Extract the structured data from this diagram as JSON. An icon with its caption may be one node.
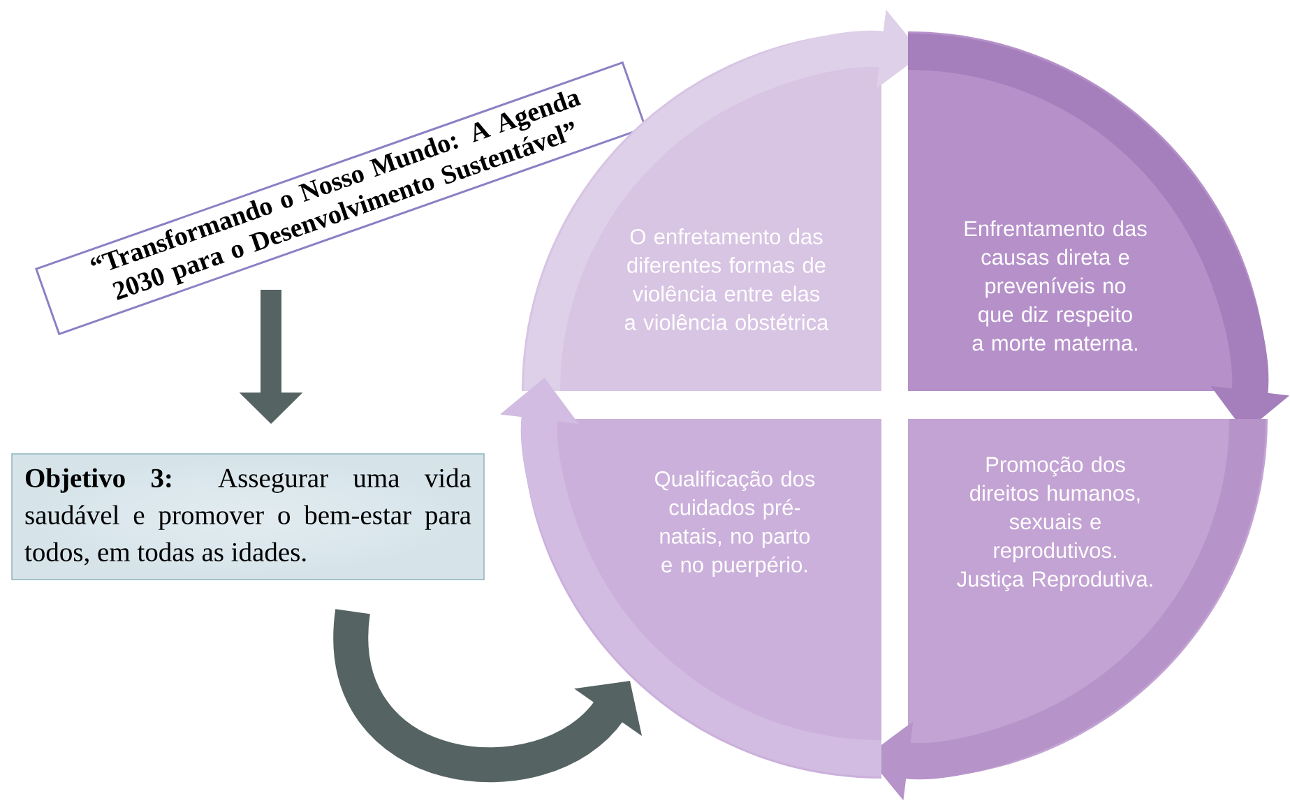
{
  "diagram": {
    "nodes": [
      {
        "text": [
          "“Transformando o Nosso Mundo: A Agenda 2030 para o Desenvolvimento Sustentável”"
        ]
      },
      {
        "text": [
          "**Objetivo 3:** Assegurar uma vida saudável e promover o bem-estar para todos, em todas as idades."
        ]
      },
      {
        "text": [
          "O enfretamento das diferentes formas de violência entre elas a violência obstétrica"
        ]
      },
      {
        "text": [
          "Enfrentamento das causas direta e preveníveis no que diz respeito a morte materna."
        ]
      },
      {
        "text": [
          "Qualificação dos cuidados pré-natais, no parto e no puerpério."
        ]
      },
      {
        "text": [
          "Promoção dos direitos humanos, sexuais e reprodutivos. Justiça Reprodutiva."
        ]
      }
    ],
    "edges": [
      {
        "from": 0,
        "to": 1,
        "arrow": "to"
      },
      {
        "from": 1,
        "to": 4,
        "arrow": "to"
      },
      {
        "from": 2,
        "to": 3,
        "arrow": "to",
        "color": "#ddd0e8"
      },
      {
        "from": 3,
        "to": 5,
        "arrow": "to",
        "color": "#a47fbb"
      },
      {
        "from": 5,
        "to": 4,
        "arrow": "to",
        "color": "#b693c8"
      },
      {
        "from": 4,
        "to": 2,
        "arrow": "to",
        "color": "#d2bce2"
      }
    ]
  }
}
